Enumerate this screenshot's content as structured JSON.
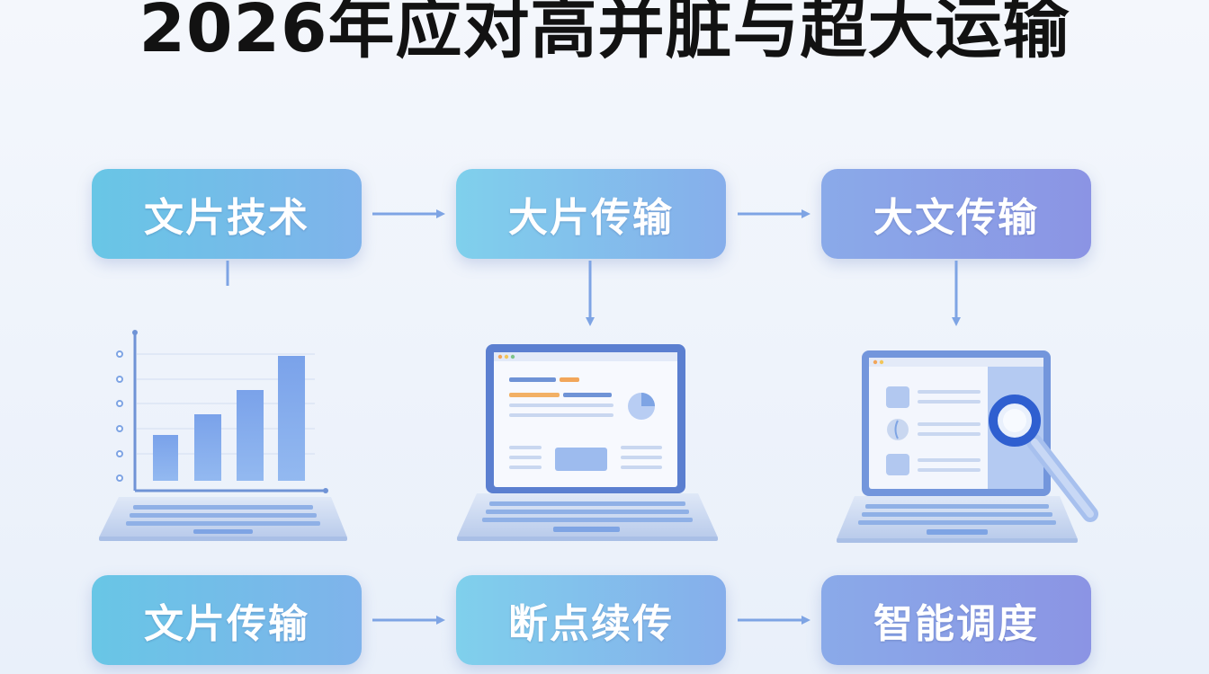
{
  "title": "2026年应对高并脏与超大运输",
  "nodes": {
    "top": [
      "文片技术",
      "大片传输",
      "大文传输"
    ],
    "bottom": [
      "文片传输",
      "断点续传",
      "智能调度"
    ]
  },
  "illustrations": [
    {
      "name": "laptop-bar-chart",
      "icon": "bar-chart-laptop-icon"
    },
    {
      "name": "laptop-dashboard",
      "icon": "dashboard-laptop-icon"
    },
    {
      "name": "laptop-search",
      "icon": "magnifier-laptop-icon"
    }
  ],
  "colors": {
    "node_start": "#68c6e6",
    "node_end": "#8b94e4",
    "connector": "#7ea4e4",
    "title": "#121212"
  }
}
